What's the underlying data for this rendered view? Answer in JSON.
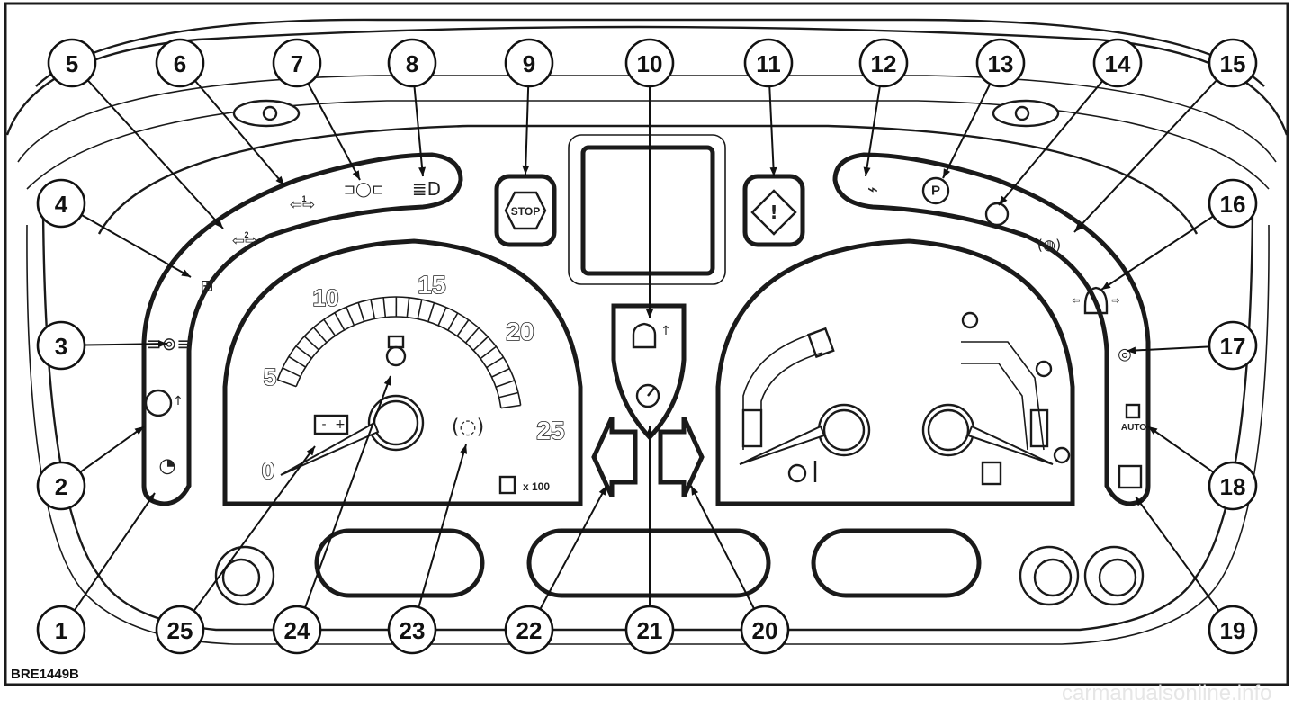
{
  "figure": {
    "reference_code": "BRE1449B",
    "watermark": "carmanualsonline.info"
  },
  "callouts": [
    {
      "number": "1"
    },
    {
      "number": "2"
    },
    {
      "number": "3"
    },
    {
      "number": "4"
    },
    {
      "number": "5"
    },
    {
      "number": "6"
    },
    {
      "number": "7"
    },
    {
      "number": "8"
    },
    {
      "number": "9"
    },
    {
      "number": "10"
    },
    {
      "number": "11"
    },
    {
      "number": "12"
    },
    {
      "number": "13"
    },
    {
      "number": "14"
    },
    {
      "number": "15"
    },
    {
      "number": "16"
    },
    {
      "number": "17"
    },
    {
      "number": "18"
    },
    {
      "number": "19"
    },
    {
      "number": "20"
    },
    {
      "number": "21"
    },
    {
      "number": "22"
    },
    {
      "number": "23"
    },
    {
      "number": "24"
    },
    {
      "number": "25"
    }
  ],
  "tachometer": {
    "scale_labels": [
      "0",
      "5",
      "10",
      "15",
      "20",
      "25"
    ],
    "multiplier": "x 100"
  },
  "lamps": {
    "stop": "STOP",
    "auto": "AUTO",
    "parking": "P",
    "trailer_1": "1",
    "trailer_2": "2"
  }
}
